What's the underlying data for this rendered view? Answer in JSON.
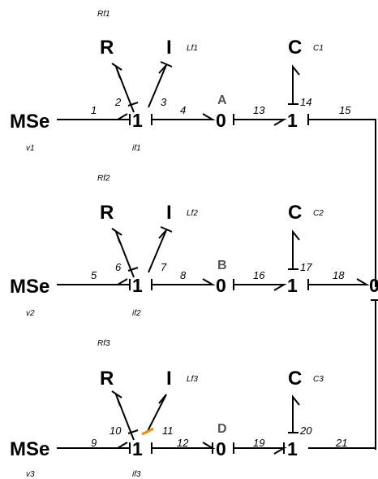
{
  "diagram": {
    "branch1": {
      "source": "MSe",
      "source_param": "v1",
      "junction1": "1",
      "junction1_param": "if1",
      "resistor": "R",
      "resistor_param": "Rf1",
      "inductor": "I",
      "inductor_param": "Lf1",
      "node_point": "A",
      "node_junction": "0",
      "capacitor": "C",
      "capacitor_param": "C1",
      "junction2": "1",
      "bonds": [
        "1",
        "2",
        "3",
        "4",
        "13",
        "14",
        "15"
      ]
    },
    "branch2": {
      "source": "MSe",
      "source_param": "v2",
      "junction1": "1",
      "junction1_param": "if2",
      "resistor": "R",
      "resistor_param": "Rf2",
      "inductor": "I",
      "inductor_param": "Lf2",
      "node_point": "B",
      "node_junction": "0",
      "capacitor": "C",
      "capacitor_param": "C2",
      "junction2": "1",
      "bonds": [
        "5",
        "6",
        "7",
        "8",
        "16",
        "17",
        "18"
      ]
    },
    "branch3": {
      "source": "MSe",
      "source_param": "v3",
      "junction1": "1",
      "junction1_param": "if3",
      "resistor": "R",
      "resistor_param": "Rf3",
      "inductor": "I",
      "inductor_param": "Lf3",
      "node_point": "D",
      "node_junction": "0",
      "capacitor": "C",
      "capacitor_param": "C3",
      "junction2": "1",
      "bonds": [
        "9",
        "10",
        "11",
        "12",
        "19",
        "20",
        "21"
      ]
    },
    "common_junction": "0",
    "colors": {
      "ink": "#000000",
      "point_label": "#555555",
      "highlight_bond": "#f08c00"
    }
  }
}
